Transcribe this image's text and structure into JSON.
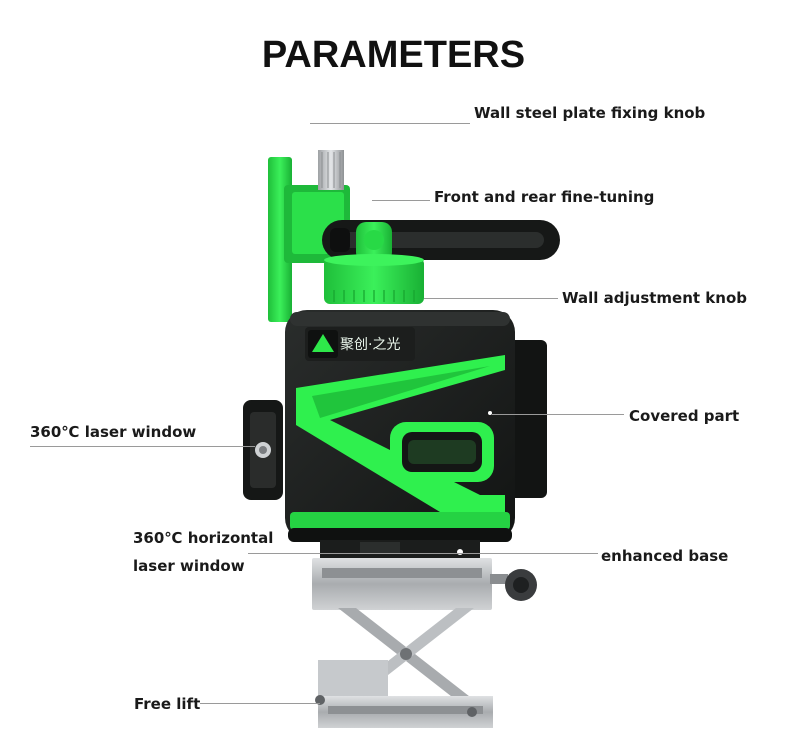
{
  "title": "PARAMETERS",
  "brand_text": "聚创·之光",
  "labels": {
    "wall_steel_plate_knob": "Wall steel plate fixing knob",
    "fine_tuning": "Front and rear fine-tuning",
    "wall_adjust_knob": "Wall adjustment knob",
    "covered_part": "Covered part",
    "laser_window_360": "360℃ laser window",
    "horizontal_window_line1": "360℃ horizontal",
    "horizontal_window_line2": "laser window",
    "enhanced_base": "enhanced base",
    "free_lift": "Free lift"
  },
  "colors": {
    "accent_green": "#2ee84a",
    "dark_green": "#1a9b2e",
    "body_black": "#1b1d1c",
    "metal": "#b9bcbf"
  }
}
